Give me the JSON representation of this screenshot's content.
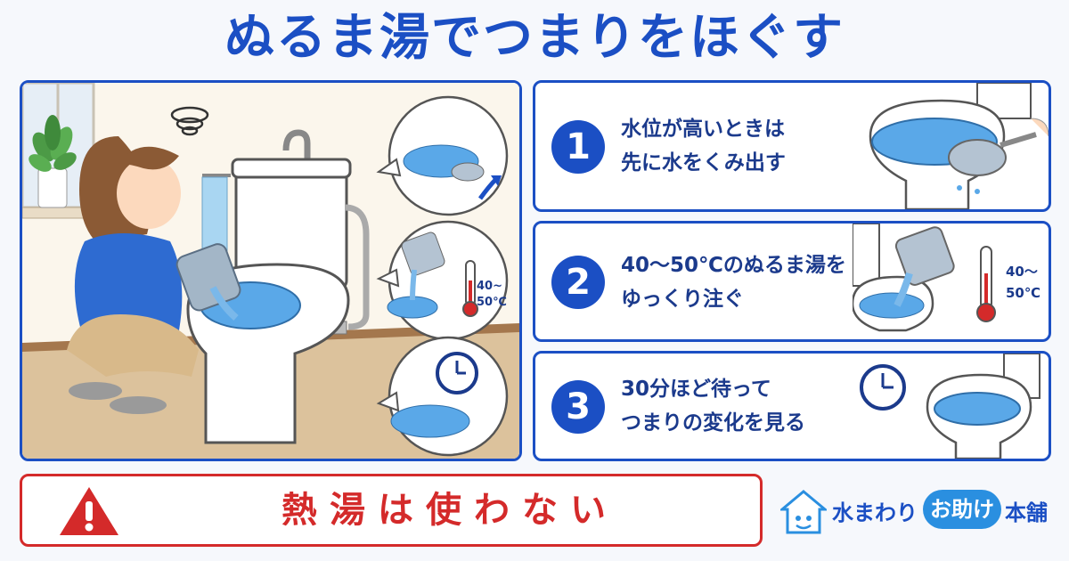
{
  "title": "ぬるま湯でつまりをほぐす",
  "scene": {
    "thermo_top": "40~",
    "thermo_bottom": "50℃"
  },
  "steps": [
    {
      "number": "1",
      "line1": "水位が高いときは",
      "line2": "先に水をくみ出す"
    },
    {
      "number": "2",
      "line1": "40～50℃のぬるま湯を",
      "line2": "ゆっくり注ぐ",
      "thermo_top": "40～",
      "thermo_bottom": "50℃"
    },
    {
      "number": "3",
      "line1": "30分ほど待って",
      "line2": "つまりの変化を見る"
    }
  ],
  "warning": {
    "text": "熱湯は使わない"
  },
  "logo": {
    "part1": "水まわり",
    "part2": "お助け",
    "part3": "本舗"
  },
  "colors": {
    "primary": "#1b4fc4",
    "warning": "#d42a2a",
    "water": "#5aa8e8",
    "logo_badge": "#2a8fe0"
  },
  "icons": [
    "confused-swirl-icon",
    "warning-triangle-icon",
    "clock-icon",
    "thermometer-icon",
    "house-logo-icon"
  ]
}
